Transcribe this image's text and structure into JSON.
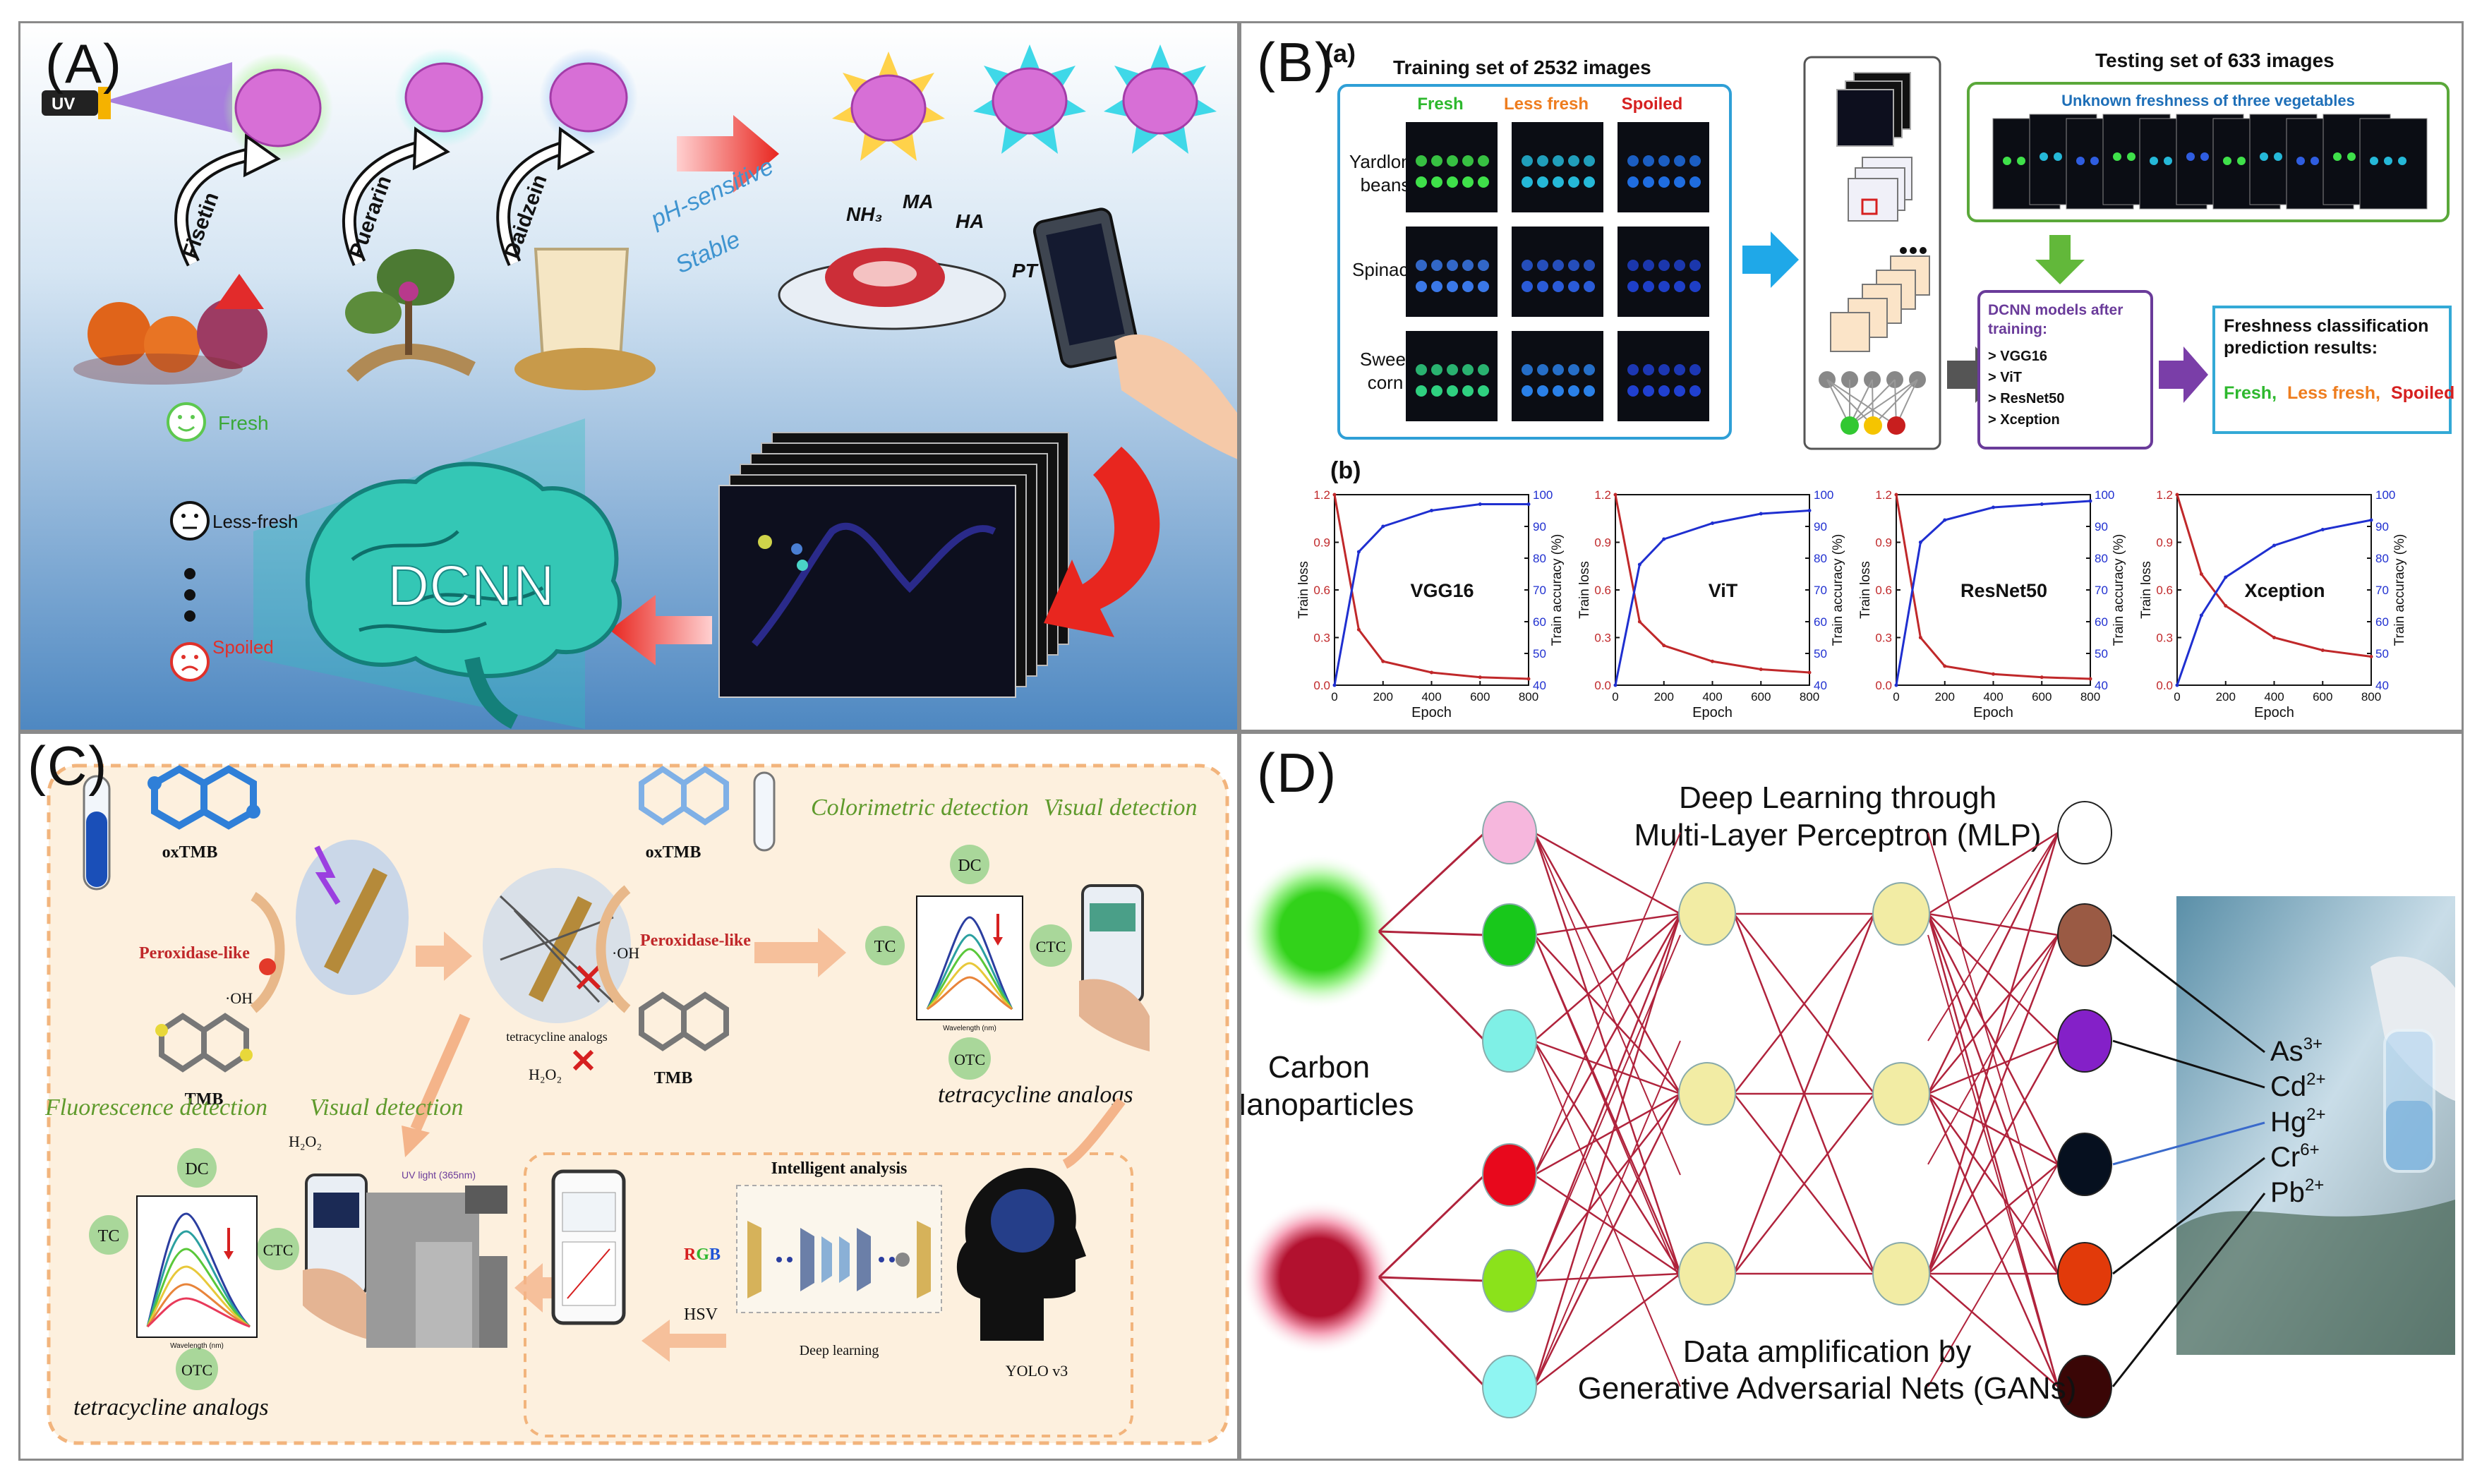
{
  "panelA": {
    "label": "(A)",
    "uv": "UV",
    "compounds": [
      "Fisetin",
      "Puerarin",
      "Daidzein"
    ],
    "ph1": "pH-sensitive",
    "ph2": "Stable",
    "gases": [
      "NH₃",
      "MA",
      "HA",
      "PT"
    ],
    "states": [
      "Fresh",
      "Less-fresh",
      "Spoiled"
    ],
    "dcnn": "DCNN"
  },
  "panelB": {
    "label": "(B)",
    "suba": "(a)",
    "subb": "(b)",
    "train_title": "Training set of 2532 images",
    "test_title": "Testing set of 633 images",
    "cols": [
      "Fresh",
      "Less fresh",
      "Spoiled"
    ],
    "rows": [
      [
        "Yardlong",
        "beans"
      ],
      [
        "Spinach"
      ],
      [
        "Sweet",
        "corn"
      ]
    ],
    "unknown": "Unknown freshness of three vegetables",
    "models_title": [
      "DCNN models after",
      "training:"
    ],
    "models": [
      "> VGG16",
      "> ViT",
      "> ResNet50",
      "> Xception"
    ],
    "pred_title": [
      "Freshness classification",
      "prediction results:"
    ],
    "pred_results": [
      "Fresh,",
      "Less fresh,",
      "Spoiled"
    ],
    "chart_data": [
      {
        "type": "line",
        "title": "VGG16",
        "xlabel": "Epoch",
        "ylabel": "Train loss",
        "y2label": "Train accuracy (%)",
        "x": [
          0,
          100,
          200,
          400,
          600,
          800
        ],
        "series": [
          {
            "name": "Train loss",
            "values": [
              1.2,
              0.35,
              0.15,
              0.08,
              0.05,
              0.04
            ]
          },
          {
            "name": "Train accuracy (%)",
            "values": [
              40,
              82,
              90,
              95,
              97,
              97
            ]
          }
        ],
        "xlim": [
          0,
          800
        ],
        "ylim": [
          0.0,
          1.2
        ],
        "y2lim": [
          40,
          100
        ],
        "xticks": [
          "0",
          "200",
          "400",
          "600",
          "800"
        ],
        "yticks": [
          "0.0",
          "0.3",
          "0.6",
          "0.9",
          "1.2"
        ],
        "y2ticks": [
          "40",
          "50",
          "60",
          "70",
          "80",
          "90",
          "100"
        ]
      },
      {
        "type": "line",
        "title": "ViT",
        "xlabel": "Epoch",
        "ylabel": "Train loss",
        "y2label": "Train accuracy (%)",
        "x": [
          0,
          100,
          200,
          400,
          600,
          800
        ],
        "series": [
          {
            "name": "Train loss",
            "values": [
              1.2,
              0.4,
              0.25,
              0.15,
              0.1,
              0.08
            ]
          },
          {
            "name": "Train accuracy (%)",
            "values": [
              40,
              78,
              86,
              91,
              94,
              95
            ]
          }
        ],
        "xlim": [
          0,
          800
        ],
        "ylim": [
          0.0,
          1.2
        ],
        "y2lim": [
          40,
          100
        ],
        "xticks": [
          "0",
          "200",
          "400",
          "600",
          "800"
        ],
        "yticks": [
          "0.0",
          "0.3",
          "0.6",
          "0.9",
          "1.2"
        ],
        "y2ticks": [
          "40",
          "50",
          "60",
          "70",
          "80",
          "90",
          "100"
        ]
      },
      {
        "type": "line",
        "title": "ResNet50",
        "xlabel": "Epoch",
        "ylabel": "Train loss",
        "y2label": "Train accuracy (%)",
        "x": [
          0,
          100,
          200,
          400,
          600,
          800
        ],
        "series": [
          {
            "name": "Train loss",
            "values": [
              1.2,
              0.3,
              0.12,
              0.07,
              0.05,
              0.04
            ]
          },
          {
            "name": "Train accuracy (%)",
            "values": [
              40,
              85,
              92,
              96,
              97,
              98
            ]
          }
        ],
        "xlim": [
          0,
          800
        ],
        "ylim": [
          0.0,
          1.2
        ],
        "y2lim": [
          40,
          100
        ],
        "xticks": [
          "0",
          "200",
          "400",
          "600",
          "800"
        ],
        "yticks": [
          "0.0",
          "0.3",
          "0.6",
          "0.9",
          "1.2"
        ],
        "y2ticks": [
          "40",
          "50",
          "60",
          "70",
          "80",
          "90",
          "100"
        ]
      },
      {
        "type": "line",
        "title": "Xception",
        "xlabel": "Epoch",
        "ylabel": "Train loss",
        "y2label": "Train accuracy (%)",
        "x": [
          0,
          100,
          200,
          400,
          600,
          800
        ],
        "series": [
          {
            "name": "Train loss",
            "values": [
              1.2,
              0.7,
              0.5,
              0.3,
              0.22,
              0.18
            ]
          },
          {
            "name": "Train accuracy (%)",
            "values": [
              40,
              62,
              74,
              84,
              89,
              92
            ]
          }
        ],
        "xlim": [
          0,
          800
        ],
        "ylim": [
          0.0,
          1.2
        ],
        "y2lim": [
          40,
          100
        ],
        "xticks": [
          "0",
          "200",
          "400",
          "600",
          "800"
        ],
        "yticks": [
          "0.0",
          "0.3",
          "0.6",
          "0.9",
          "1.2"
        ],
        "y2ticks": [
          "40",
          "50",
          "60",
          "70",
          "80",
          "90",
          "100"
        ]
      }
    ]
  },
  "panelC": {
    "label": "(C)",
    "oxtmb": "oxTMB",
    "tmb": "TMB",
    "peroxidase": "Peroxidase-like",
    "oh": "·OH",
    "h2o2": "H₂O₂",
    "tetra_small": "tetracycline analogs",
    "colorimetric": "Colorimetric detection",
    "visual": "Visual detection",
    "fluorescence": "Fluorescence detection",
    "tetra": "tetracycline analogs",
    "analogs": [
      "DC",
      "TC",
      "CTC",
      "OTC"
    ],
    "wavelength": "Wavelength (nm)",
    "uvlight": "UV light (365nm)",
    "intelligent": "Intelligent analysis",
    "deep": "Deep learning",
    "yolo": "YOLO v3",
    "rgb": [
      "R",
      "G",
      "B"
    ],
    "hsv": "HSV"
  },
  "panelD": {
    "label": "(D)",
    "title1": "Deep Learning through",
    "title2": "Multi-Layer Perceptron (MLP)",
    "carbon1": "Carbon",
    "carbon2": "Nanoparticles",
    "bottom1": "Data amplification by",
    "bottom2": "Generative Adversarial Nets (GANs)",
    "ions": [
      {
        "base": "As",
        "sup": "3+"
      },
      {
        "base": "Cd",
        "sup": "2+"
      },
      {
        "base": "Hg",
        "sup": "2+"
      },
      {
        "base": "Cr",
        "sup": "6+"
      },
      {
        "base": "Pb",
        "sup": "2+"
      }
    ],
    "colors": {
      "input": [
        "#f6b7dd",
        "#18c81b",
        "#7ff0e6",
        "#e8081c",
        "#8be21b",
        "#8ff5f2"
      ],
      "output": [
        "#ffffff",
        "#9a5a44",
        "#8420c8",
        "#06101f",
        "#e23a0a",
        "#3a0606"
      ],
      "edge": "#b0233c",
      "hidden": "#f2eca4"
    }
  }
}
